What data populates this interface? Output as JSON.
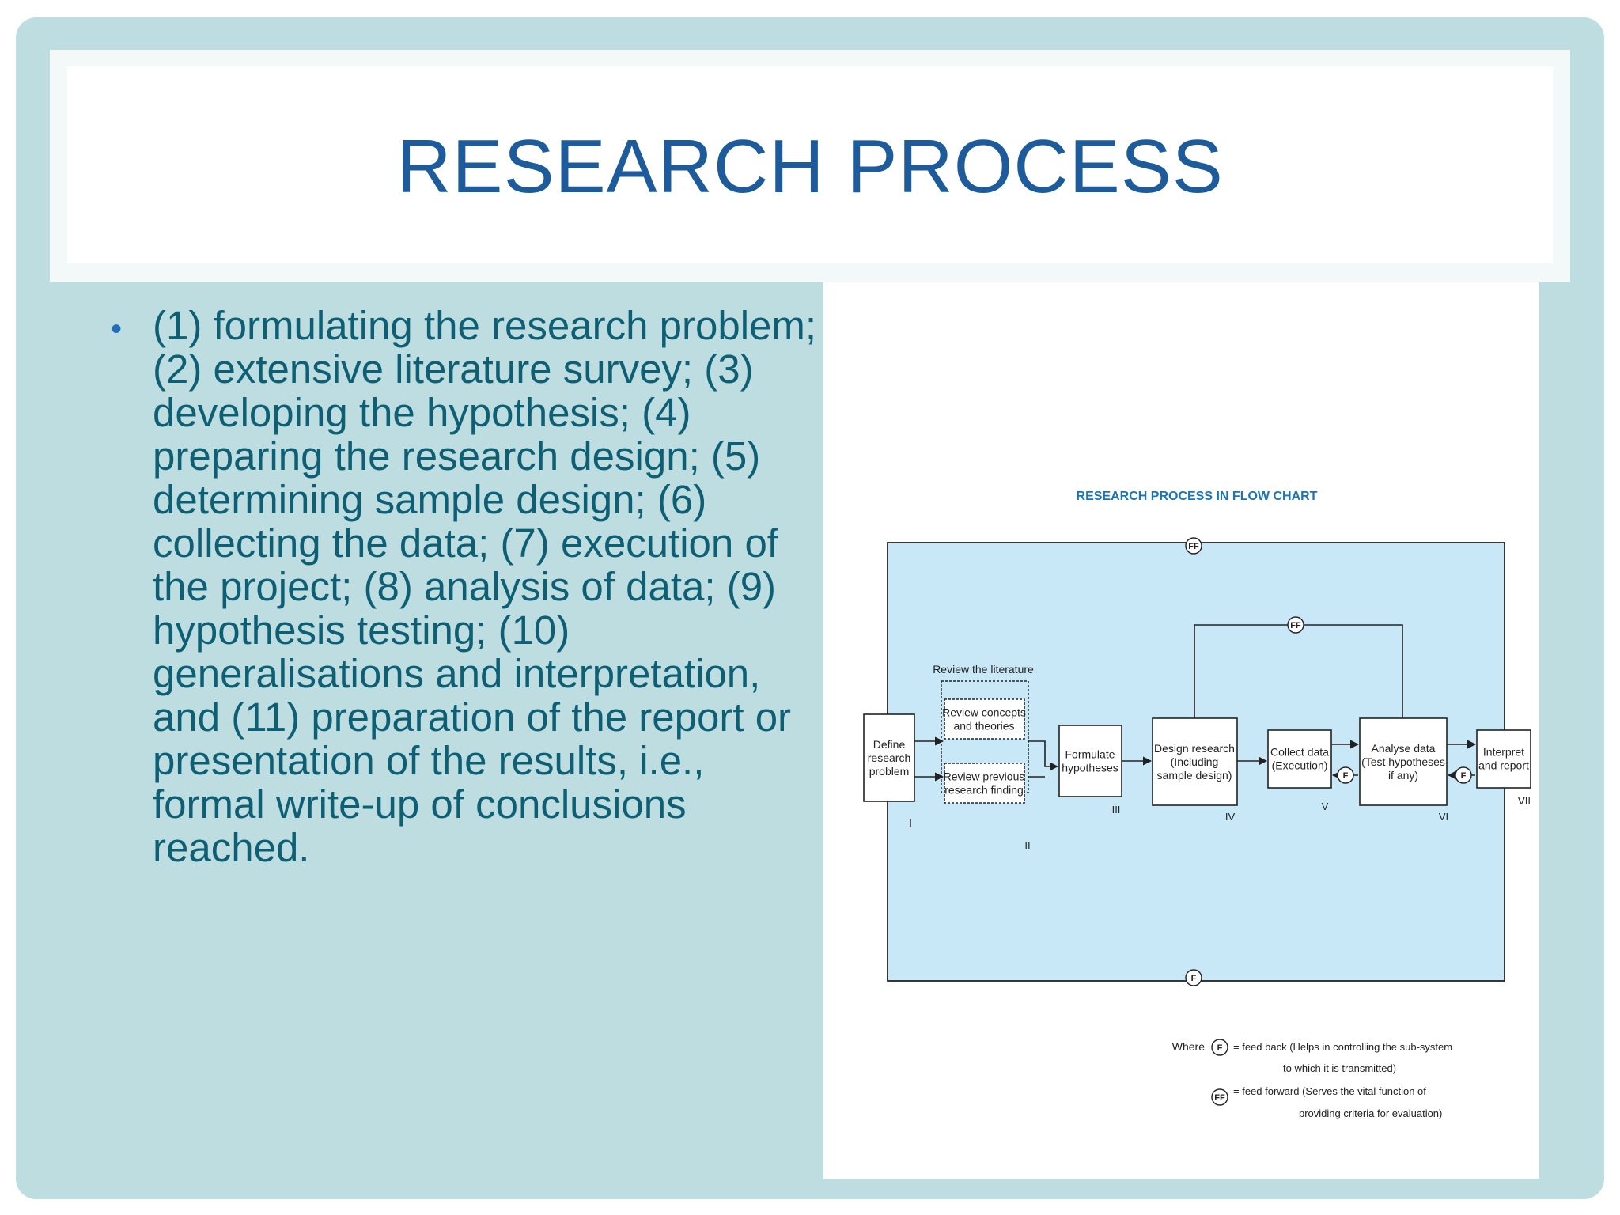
{
  "slide": {
    "title": "RESEARCH PROCESS",
    "bullet": "(1) formulating the research problem; (2) extensive literature survey; (3) developing the hypothesis; (4) preparing the research design; (5) determining sample design; (6) collecting the data; (7) execution of the project; (8) analysis of data; (9) hypothesis testing; (10) generalisations and interpretation, and (11) preparation of the report or presentation of the results, i.e., formal write-up of conclusions reached."
  },
  "flowchart": {
    "heading": "RESEARCH PROCESS IN FLOW CHART",
    "group_label": "Review the literature",
    "nodes": {
      "define": [
        "Define",
        "research",
        "problem"
      ],
      "concepts": [
        "Review concepts",
        "and theories"
      ],
      "previous": [
        "Review previous",
        "research finding"
      ],
      "formulate": [
        "Formulate",
        "hypotheses"
      ],
      "design": [
        "Design research",
        "(Including",
        "sample design)"
      ],
      "collect": [
        "Collect data",
        "(Execution)"
      ],
      "analyse": [
        "Analyse data",
        "(Test hypotheses",
        "if any)"
      ],
      "interpret": [
        "Interpret",
        "and report"
      ]
    },
    "stage_numerals": [
      "I",
      "II",
      "III",
      "IV",
      "V",
      "VI",
      "VII"
    ],
    "markers": {
      "feedback": "F",
      "feedforward": "FF"
    },
    "legend": {
      "where": "Where",
      "f_line1": "= feed back (Helps in controlling the sub-system",
      "f_line2": "to which it is transmitted)",
      "ff_line1": "= feed forward (Serves the vital function of",
      "ff_line2": "providing criteria for evaluation)"
    },
    "colors": {
      "background": "#c8e8f8",
      "heading": "#1c74b8",
      "line": "#222222"
    }
  }
}
